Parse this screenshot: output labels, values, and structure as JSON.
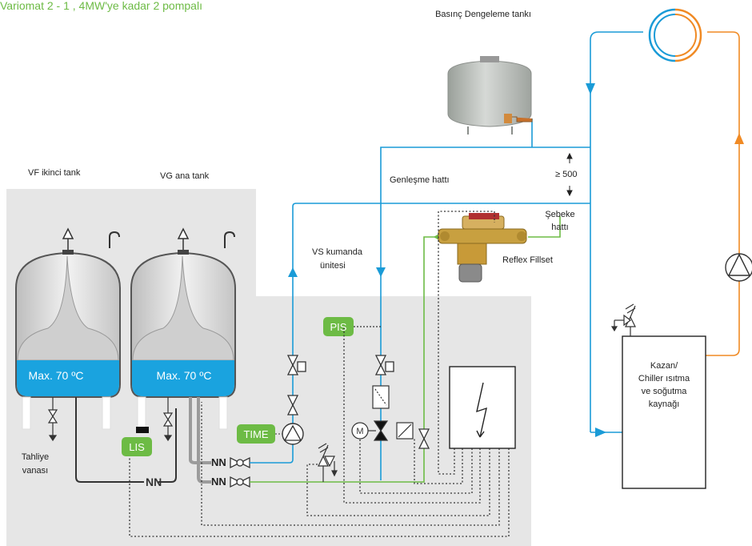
{
  "title": "Variomat  2    - 1 ,  4MW'ye kadar 2 pompalı",
  "labels": {
    "pressure_tank": "Basınç Dengeleme tankı",
    "vf_tank": "VF ikinci tank",
    "vg_tank": "VG ana tank",
    "expansion_line": "Genleşme hattı",
    "min_500": "≥ 500",
    "mains_line_1": "Şebeke",
    "mains_line_2": "hattı",
    "fillset": "Reflex Fillset",
    "vs_unit_1": "VS kumanda",
    "vs_unit_2": "ünitesi",
    "drain_1": "Tahliye",
    "drain_2": "vanası",
    "boiler_1": "Kazan/",
    "boiler_2": "Chiller ısıtma",
    "boiler_3": "ve soğutma",
    "boiler_4": "kaynağı"
  },
  "tanks": {
    "vf_level": "Max. 70 ºC",
    "vg_level": "Max. 70 ºC"
  },
  "badges": {
    "lis": "LIS",
    "pis": "PIS",
    "time": "TIME",
    "pump_m": "M"
  },
  "colors": {
    "title_green": "#6dbb45",
    "badge_green": "#6dbb45",
    "blue_line": "#1a9bd7",
    "orange_line": "#f08a24",
    "water_fill": "#1aa3df",
    "panel_gray": "#e6e6e6",
    "tank_gray": "#c8c8c8",
    "green_line": "#6dbb45"
  }
}
